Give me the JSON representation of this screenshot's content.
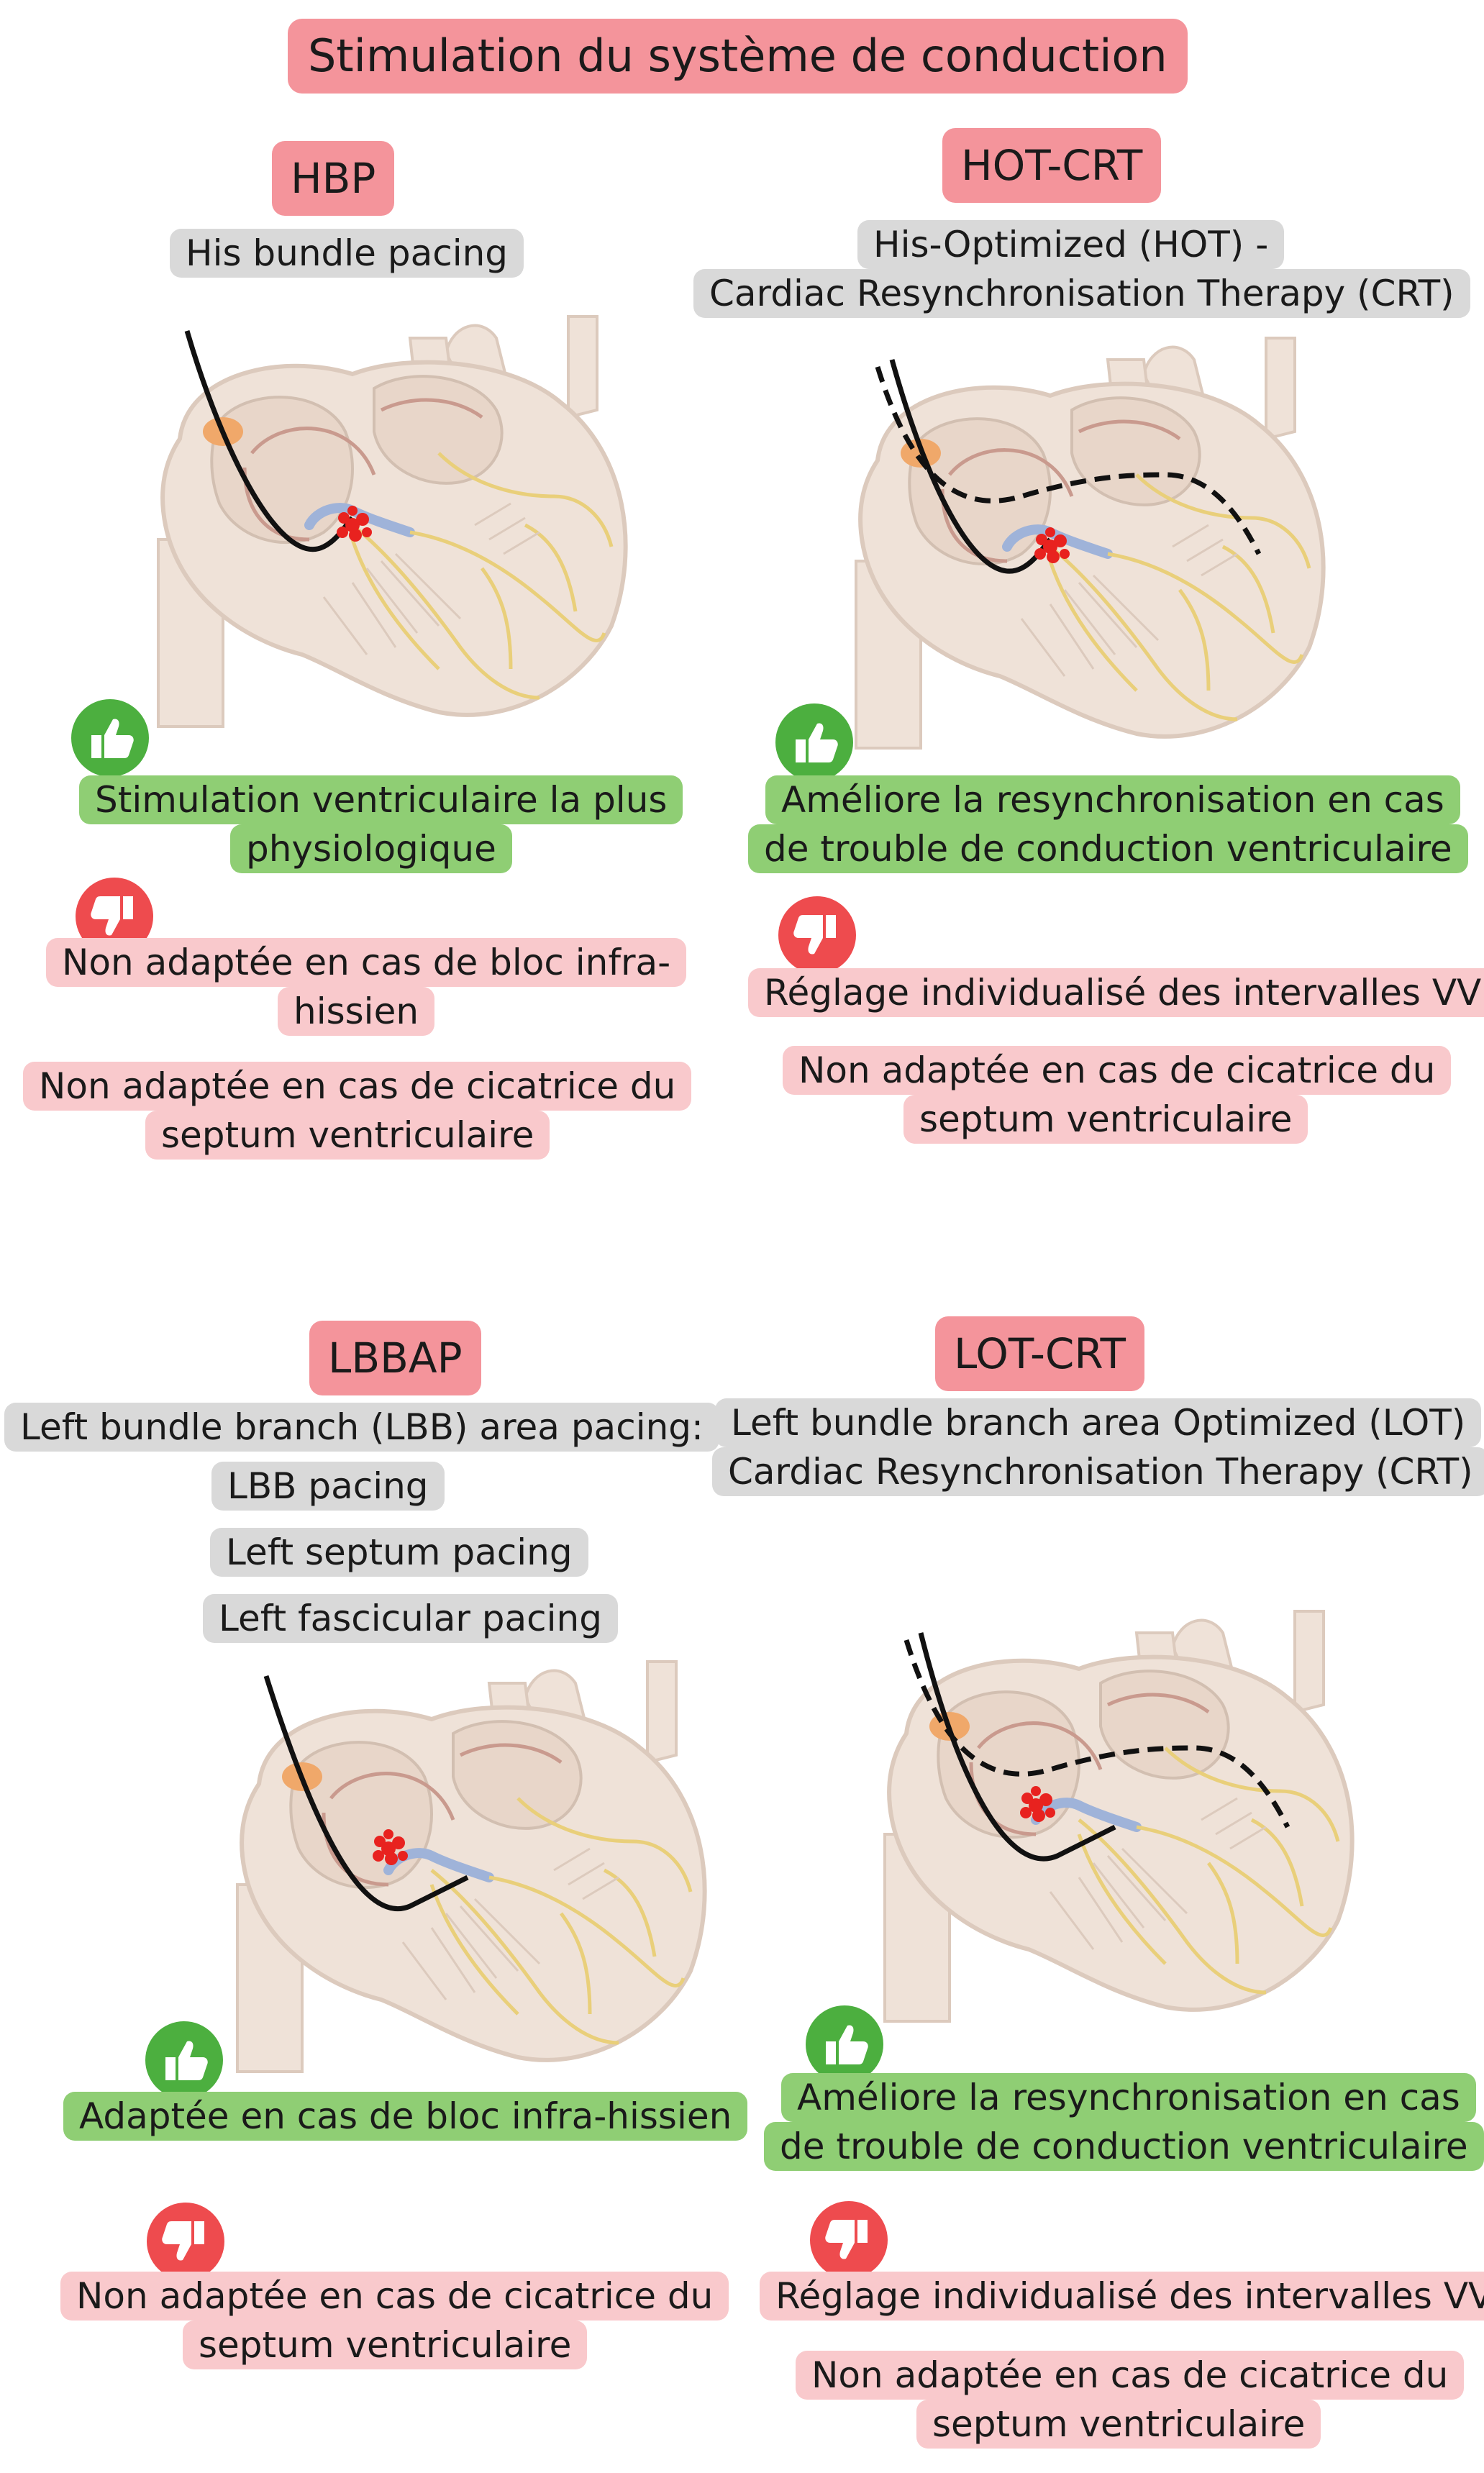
{
  "title": "Stimulation du système de conduction",
  "panels": {
    "hbp": {
      "tag": "HBP",
      "subtitle": [
        "His bundle pacing"
      ],
      "pros": [
        "Stimulation ventriculaire la plus",
        "physiologique"
      ],
      "cons": [
        [
          "Non adaptée en cas de bloc infra-",
          "hissien"
        ],
        [
          "Non adaptée en cas de cicatrice du",
          "septum ventriculaire"
        ]
      ]
    },
    "hotcrt": {
      "tag": "HOT-CRT",
      "subtitle": [
        "His-Optimized (HOT) -",
        "Cardiac Resynchronisation Therapy (CRT)"
      ],
      "pros": [
        "Améliore la resynchronisation en cas",
        "de trouble de conduction ventriculaire"
      ],
      "cons": [
        [
          "Réglage individualisé des intervalles VV"
        ],
        [
          "Non adaptée en cas de cicatrice du",
          "septum ventriculaire"
        ]
      ]
    },
    "lbbap": {
      "tag": "LBBAP",
      "subtitle": [
        "Left bundle branch (LBB) area pacing:",
        "LBB pacing",
        "Left septum pacing",
        "Left fascicular pacing"
      ],
      "pros": [
        "Adaptée en cas de bloc infra-hissien"
      ],
      "cons": [
        [
          "Non adaptée en cas de cicatrice du",
          "septum ventriculaire"
        ]
      ]
    },
    "lotcrt": {
      "tag": "LOT-CRT",
      "subtitle": [
        "Left bundle branch area Optimized (LOT)",
        "Cardiac Resynchronisation Therapy (CRT)"
      ],
      "pros": [
        "Améliore la resynchronisation en cas",
        "de trouble de conduction ventriculaire"
      ],
      "cons": [
        [
          "Réglage individualisé des intervalles VV"
        ],
        [
          "Non adaptée en cas de cicatrice du",
          "septum ventriculaire"
        ]
      ]
    }
  },
  "icons": {
    "pro": "thumbs-up-icon",
    "con": "thumbs-down-icon"
  },
  "colors": {
    "tag": "#f4949b",
    "subtitle": "#d9d9d9",
    "pro": "#8fce74",
    "con": "#f9c9cc",
    "pro_badge": "#4caf3f",
    "con_badge": "#ee4b4e"
  }
}
